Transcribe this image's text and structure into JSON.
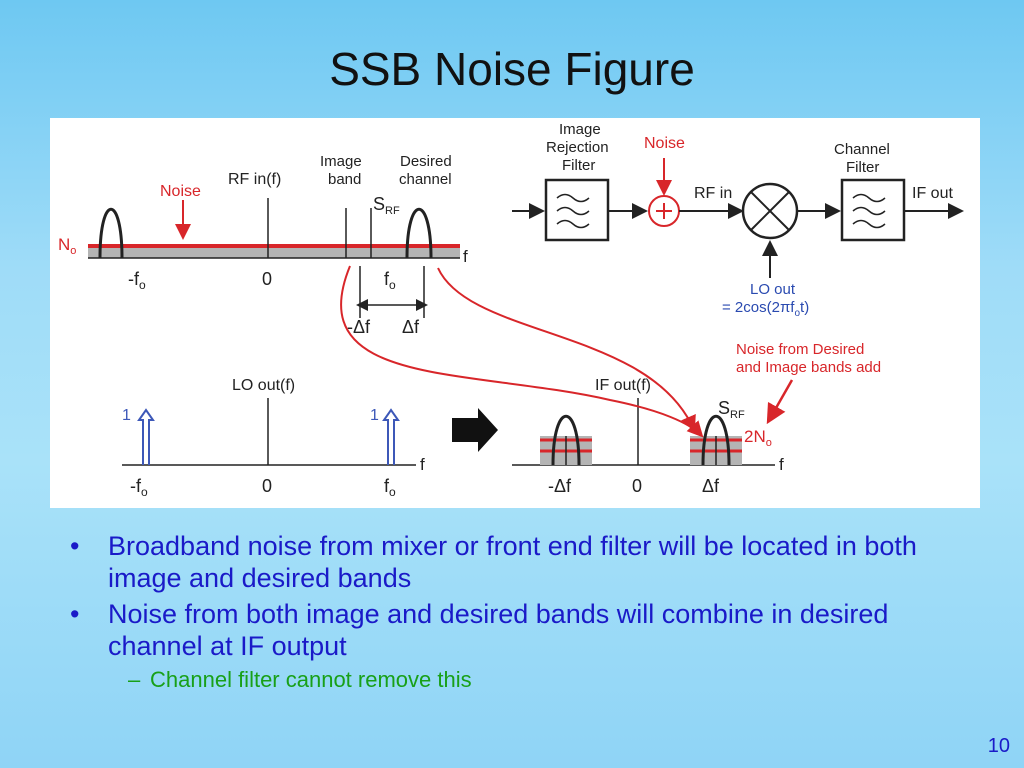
{
  "title": "SSB Noise Figure",
  "diagram": {
    "rf_spectrum": {
      "noise_label": "Noise",
      "rf_in_label": "RF in(f)",
      "image_band_label": [
        "Image",
        "band"
      ],
      "desired_channel_label": [
        "Desired",
        "channel"
      ],
      "s_rf_label": "S",
      "s_rf_sub": "RF",
      "no_label": "N",
      "no_sub": "o",
      "f_axis": "f",
      "tick_neg_fo": "-f",
      "tick_zero": "0",
      "tick_fo": "f",
      "tick_sub_o": "o",
      "neg_delta_f": "-Δf",
      "delta_f": "Δf"
    },
    "lo_spectrum": {
      "title": "LO out(f)",
      "impulse_value_left": "1",
      "impulse_value_right": "1",
      "f_axis": "f",
      "tick_neg_fo": "-f",
      "tick_zero": "0",
      "tick_fo": "f",
      "tick_sub_o": "o"
    },
    "if_spectrum": {
      "title": "IF out(f)",
      "s_rf_label": "S",
      "s_rf_sub": "RF",
      "two_no_label": "2N",
      "two_no_sub": "o",
      "f_axis": "f",
      "tick_neg_delta_f": "-Δf",
      "tick_zero": "0",
      "tick_delta_f": "Δf",
      "annotation": [
        "Noise from Desired",
        "and Image bands add"
      ]
    },
    "block_diagram": {
      "image_filter_label": [
        "Image",
        "Rejection",
        "Filter"
      ],
      "noise_label": "Noise",
      "rf_in_label": "RF in",
      "channel_filter_label": [
        "Channel",
        "Filter"
      ],
      "if_out_label": "IF out",
      "lo_out_label": "LO out",
      "lo_expr": "= 2cos(2πf",
      "lo_expr_sub": "o",
      "lo_expr_end": "t)"
    }
  },
  "bullets": [
    "Broadband noise from mixer or front end filter will be located in both image and desired bands",
    "Noise from both image and desired bands will combine in desired channel at IF output"
  ],
  "sub_bullets": [
    "Channel filter cannot remove this"
  ],
  "bullet_marker": "•",
  "sub_bullet_marker": "–",
  "slide_number": "10",
  "colors": {
    "noise_red": "#d8262a",
    "impulse_blue": "#3d58b8",
    "text_blue": "#1a1ac8",
    "sub_green": "#18a018"
  }
}
